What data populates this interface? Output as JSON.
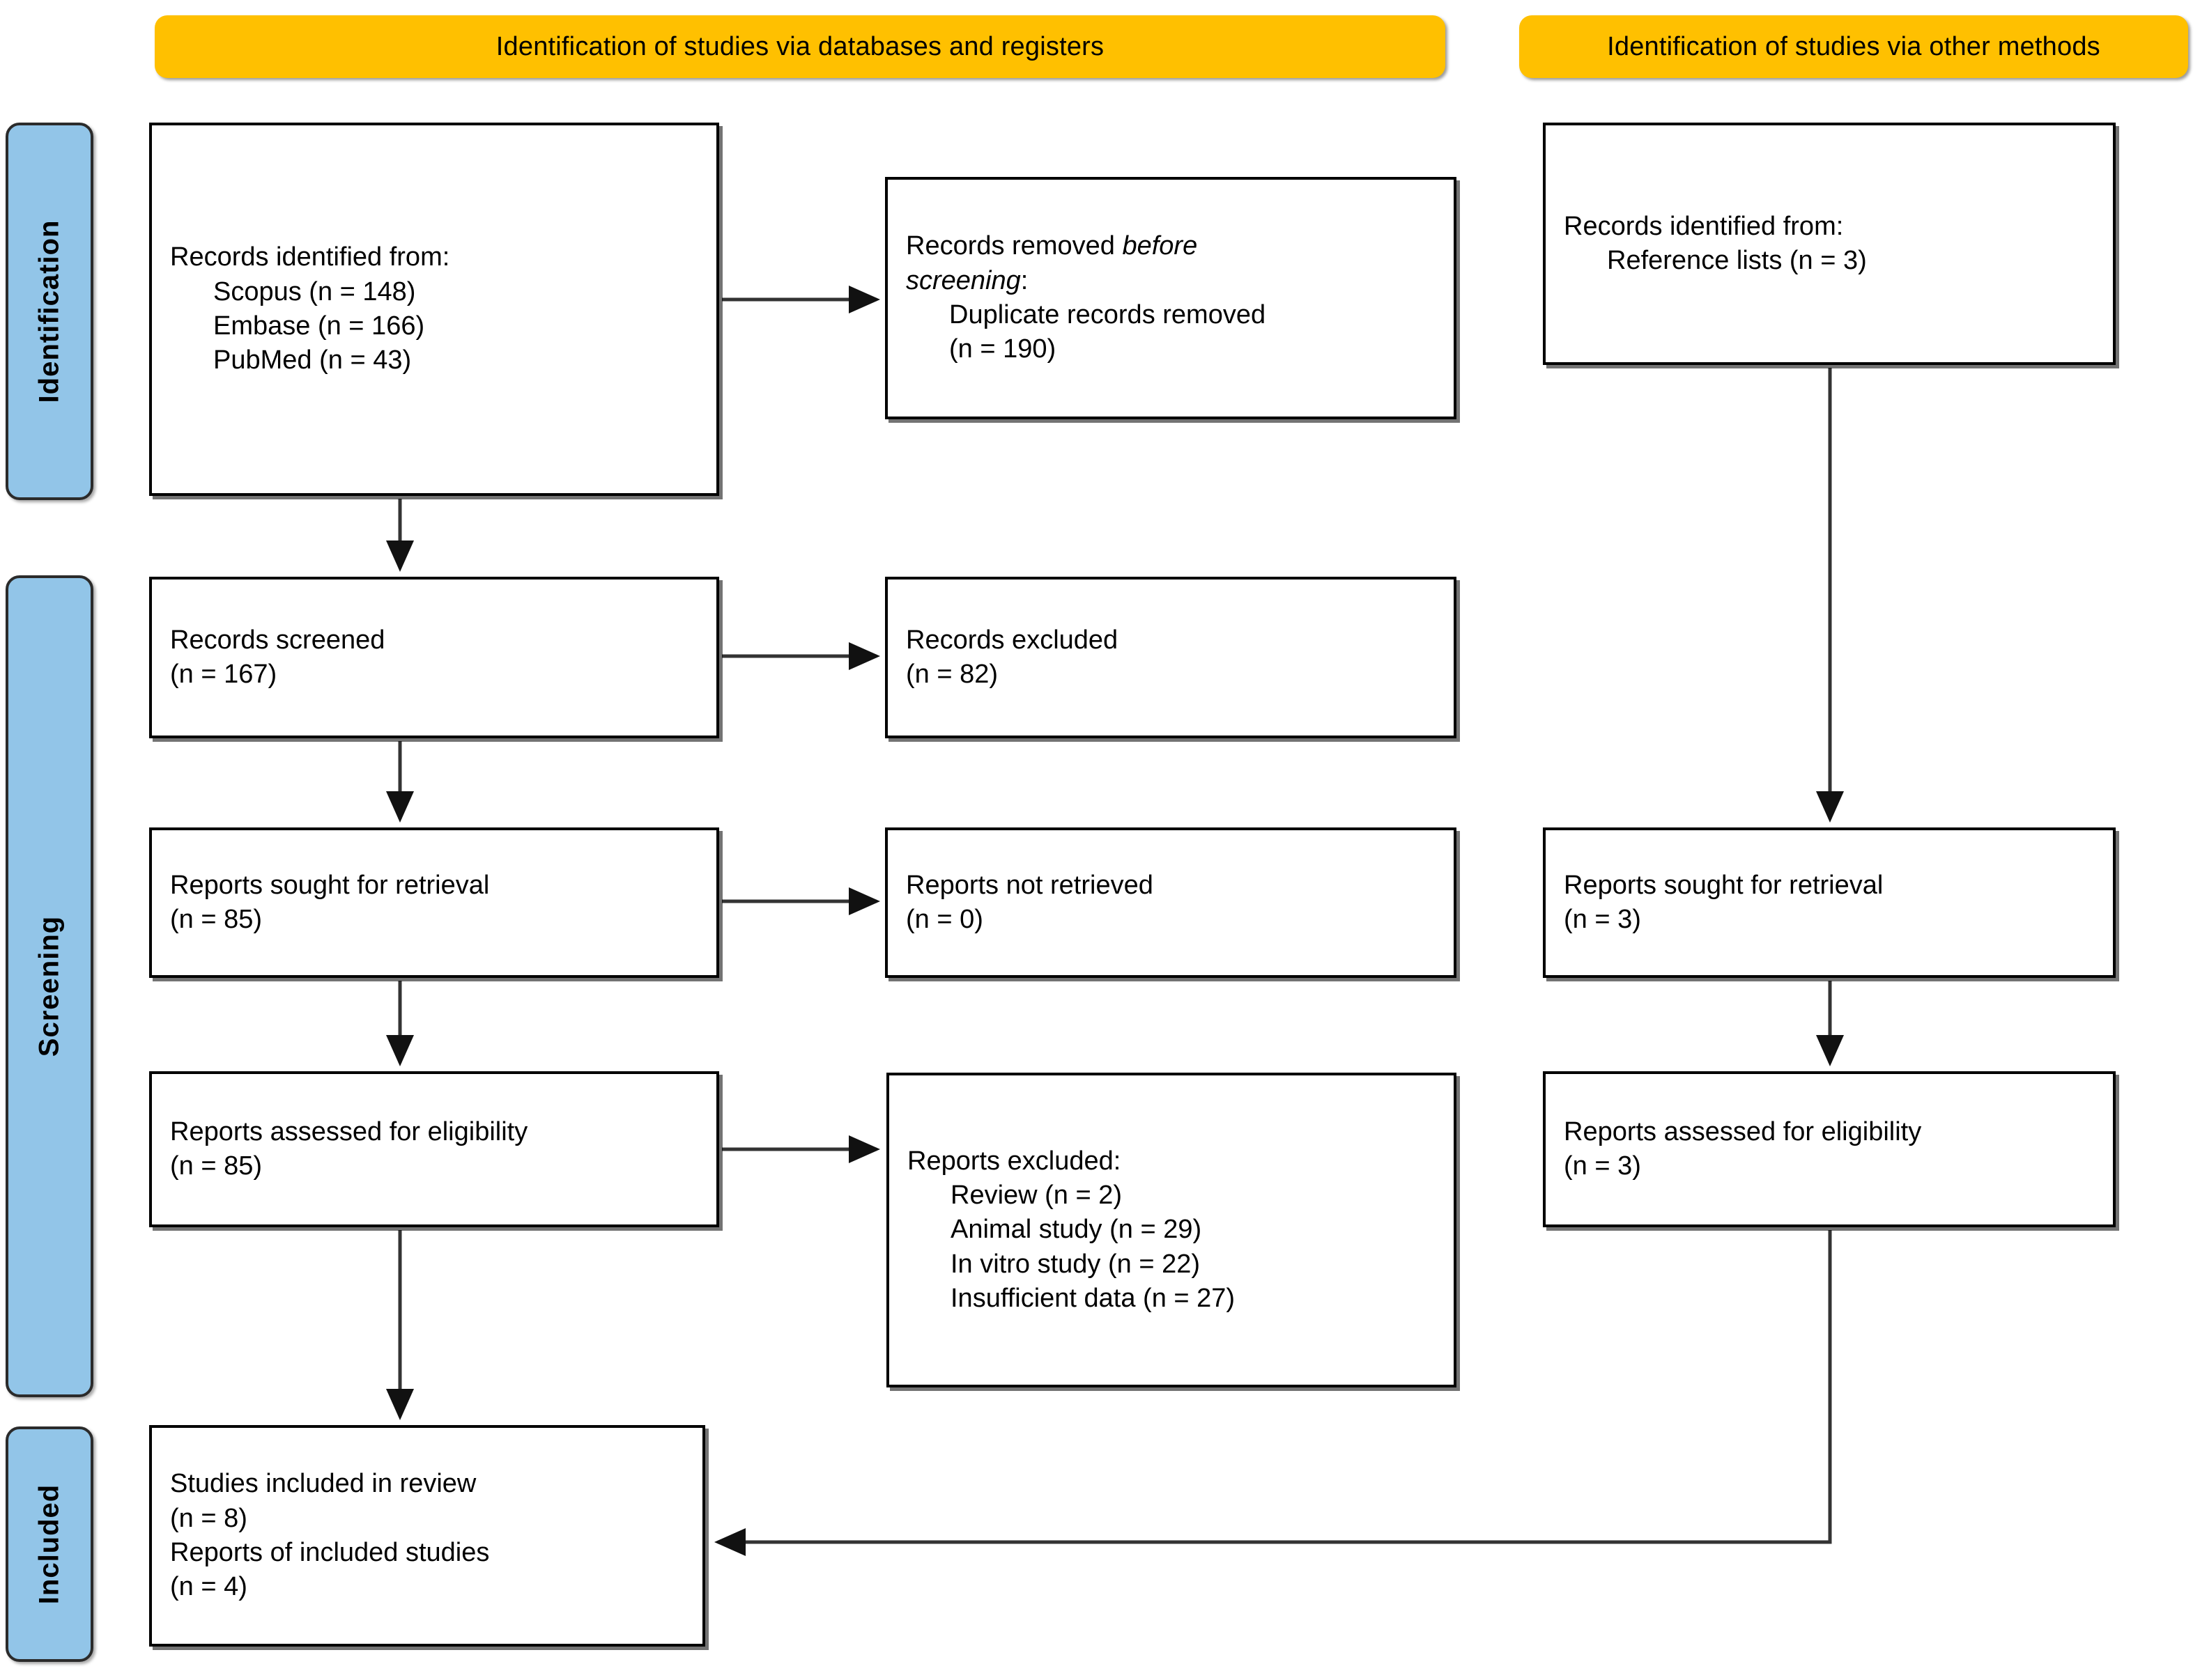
{
  "banners": {
    "databases": "Identification of studies via databases and registers",
    "other": "Identification of studies via other methods"
  },
  "stages": {
    "identification": "Identification",
    "screening": "Screening",
    "included": "Included"
  },
  "boxes": {
    "records_identified": {
      "title": "Records identified from:",
      "sources": [
        "Scopus (n = 148)",
        "Embase (n = 166)",
        "PubMed (n = 43)"
      ]
    },
    "records_removed": {
      "title_a": "Records removed ",
      "title_b": "before",
      "title_c": "screening",
      "title_d": ":",
      "detail": "Duplicate records removed",
      "count": "(n = 190)"
    },
    "records_screened": {
      "label": "Records screened",
      "count": "(n = 167)"
    },
    "records_excluded": {
      "label": "Records excluded",
      "count": "(n = 82)"
    },
    "reports_sought": {
      "label": "Reports sought for retrieval",
      "count": "(n = 85)"
    },
    "reports_not_retrieved": {
      "label": "Reports not retrieved",
      "count": "(n = 0)"
    },
    "reports_assessed": {
      "label": "Reports assessed for eligibility",
      "count": "(n = 85)"
    },
    "reports_excluded": {
      "title": "Reports excluded:",
      "reasons": [
        "Review (n = 2)",
        "Animal study (n = 29)",
        "In vitro study (n = 22)",
        "Insufficient data (n = 27)"
      ]
    },
    "studies_included": {
      "studies_label": "Studies included in review",
      "studies_count": "(n = 8)",
      "reports_label": "Reports of included studies",
      "reports_count": "(n = 4)"
    },
    "other_identified": {
      "title": "Records identified from:",
      "detail": "Reference lists (n = 3)"
    },
    "other_sought": {
      "label": "Reports sought for retrieval",
      "count": "(n = 3)"
    },
    "other_assessed": {
      "label": "Reports assessed for eligibility",
      "count": "(n = 3)"
    }
  },
  "colors": {
    "banner": "#FFC000",
    "stage": "#92C5E8",
    "border": "#000000",
    "background": "#FFFFFF"
  }
}
